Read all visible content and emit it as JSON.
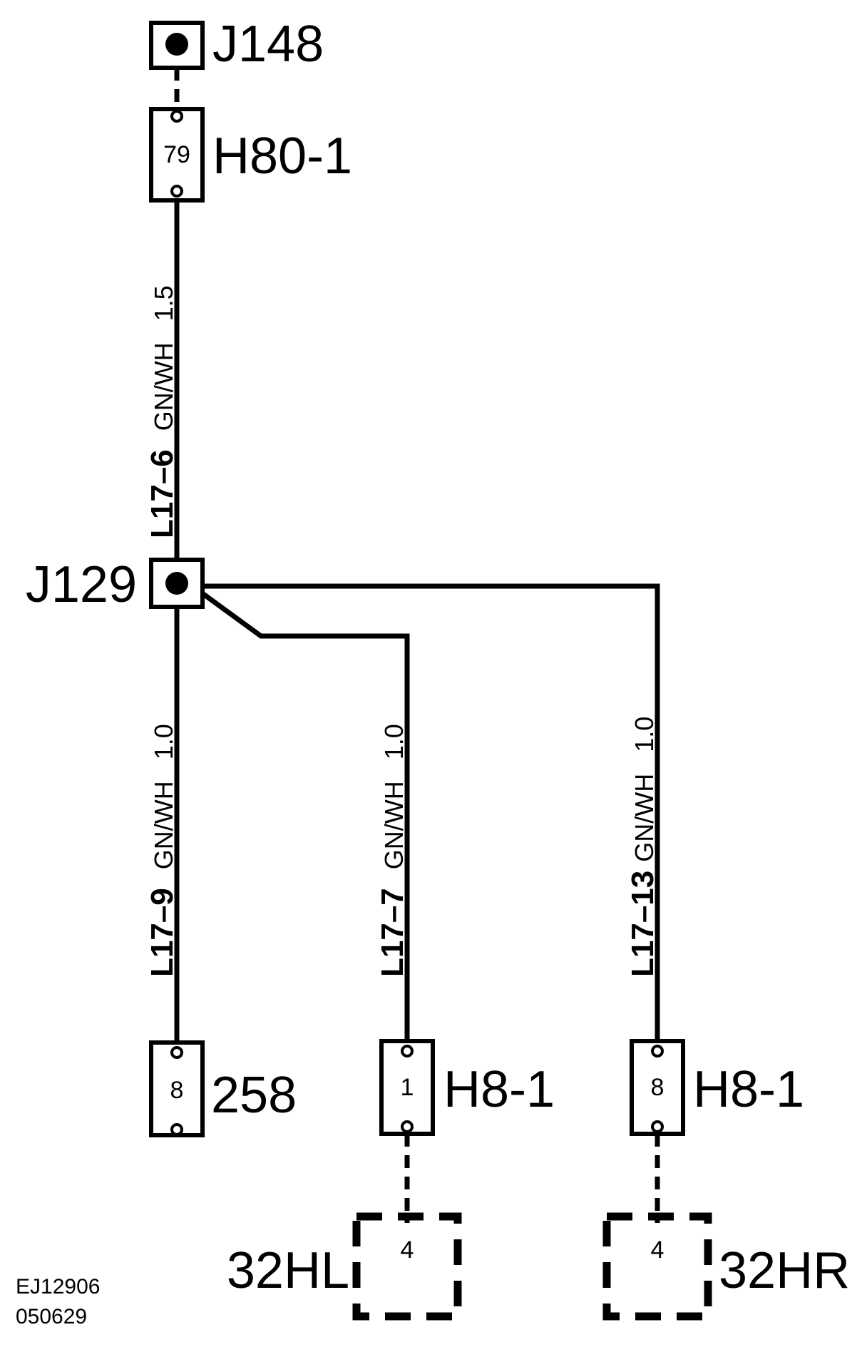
{
  "diagram": {
    "components": {
      "j148": {
        "name": "J148"
      },
      "h80": {
        "name": "H80-1",
        "pin": "79"
      },
      "j129": {
        "name": "J129"
      },
      "c258": {
        "name": "258",
        "pin": "8"
      },
      "h8_left": {
        "name": "H8-1",
        "pin": "1"
      },
      "h8_right": {
        "name": "H8-1",
        "pin": "8"
      },
      "hl32": {
        "name": "32HL",
        "pin": "4"
      },
      "hr32": {
        "name": "32HR",
        "pin": "4"
      }
    },
    "wires": {
      "w_top": {
        "id": "L17–6",
        "color": "GN/WH",
        "size": "1.5"
      },
      "w_left": {
        "id": "L17–9",
        "color": "GN/WH",
        "size": "1.0"
      },
      "w_mid": {
        "id": "L17–7",
        "color": "GN/WH",
        "size": "1.0"
      },
      "w_right": {
        "id": "L17–13",
        "color": "GN/WH",
        "size": "1.0"
      }
    },
    "reference": {
      "code": "EJ12906",
      "date": "050629"
    }
  }
}
